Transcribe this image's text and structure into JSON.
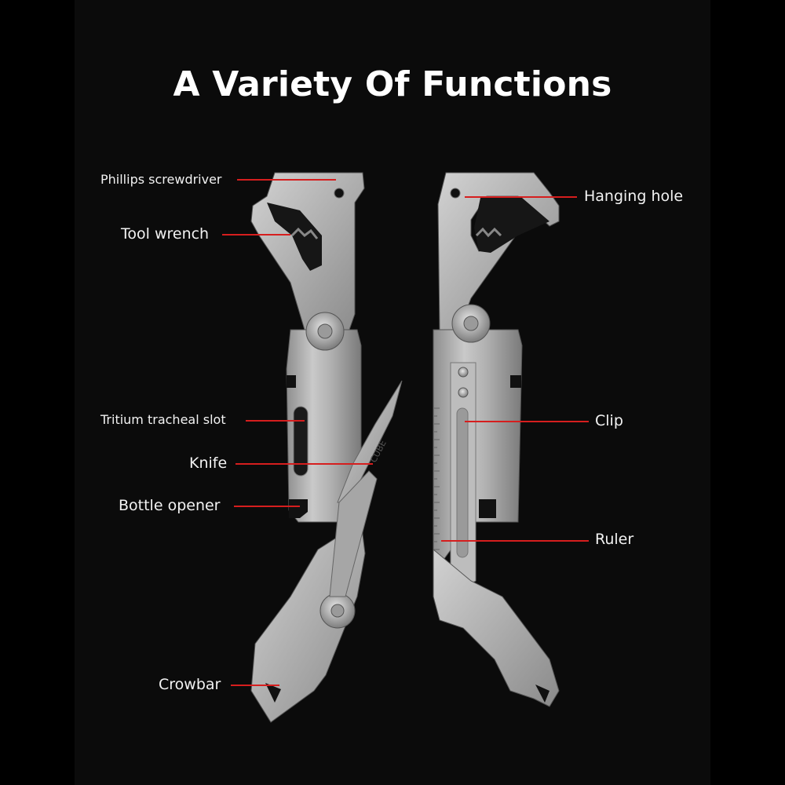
{
  "title": "A Variety Of Functions",
  "accent_color": "#d61e1e",
  "labels_left": {
    "phillips": "Phillips screwdriver",
    "wrench": "Tool wrench",
    "tritium": "Tritium tracheal slot",
    "knife": "Knife",
    "bottle": "Bottle opener",
    "crowbar": "Crowbar"
  },
  "labels_right": {
    "hanging": "Hanging hole",
    "clip": "Clip",
    "ruler": "Ruler"
  },
  "blade_engraving": "CUBE"
}
